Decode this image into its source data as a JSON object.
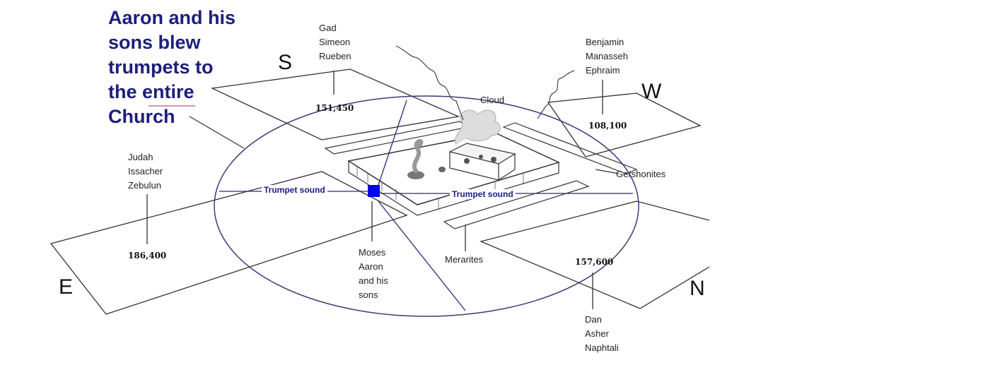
{
  "headline": [
    "Aaron and his",
    "sons blew",
    "trumpets to",
    "the entire",
    "Church"
  ],
  "directions": {
    "south": "S",
    "west": "W",
    "east": "E",
    "north": "N"
  },
  "camps": {
    "south": {
      "tribes": [
        "Gad",
        "Simeon",
        "Rueben"
      ],
      "count": "151,450"
    },
    "west": {
      "tribes": [
        "Benjamin",
        "Manasseh",
        "Ephraim"
      ],
      "count": "108,100"
    },
    "east": {
      "tribes": [
        "Judah",
        "Issacher",
        "Zebulun"
      ],
      "count": "186,400"
    },
    "north": {
      "tribes": [
        "Dan",
        "Asher",
        "Naphtali"
      ],
      "count": "157,600"
    }
  },
  "levites": {
    "gershonites": "Gershonites",
    "merarites": "Merarites"
  },
  "center": [
    "Moses",
    "Aaron",
    "and his",
    "sons"
  ],
  "cloud_label": "Cloud",
  "trumpet_labels": [
    "Trumpet sound",
    "Trumpet sound"
  ],
  "colors": {
    "headline": "#1c1f7a",
    "trumpet": "#1a1a8c",
    "marker": "#0000ee",
    "line": "#333333",
    "circle": "#3a3a7a"
  }
}
